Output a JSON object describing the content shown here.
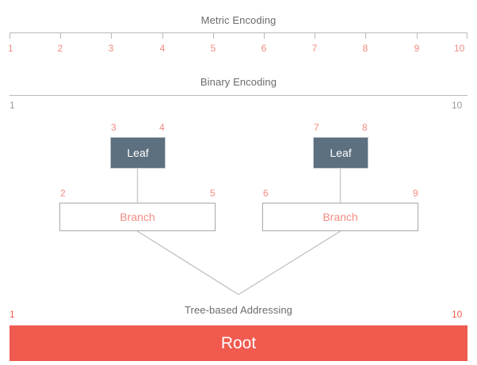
{
  "diagram": {
    "sections": {
      "metric": {
        "title": "Metric Encoding",
        "ticks": [
          {
            "label": "1",
            "pos": 0
          },
          {
            "label": "2",
            "pos": 1
          },
          {
            "label": "3",
            "pos": 2
          },
          {
            "label": "4",
            "pos": 3
          },
          {
            "label": "5",
            "pos": 4
          },
          {
            "label": "6",
            "pos": 5
          },
          {
            "label": "7",
            "pos": 6
          },
          {
            "label": "8",
            "pos": 7
          },
          {
            "label": "9",
            "pos": 8
          },
          {
            "label": "10",
            "pos": 9
          }
        ]
      },
      "binary": {
        "title": "Binary Encoding",
        "start_label": "1",
        "end_label": "10"
      },
      "tree": {
        "title": "Tree-based Addressing",
        "start_label": "1",
        "end_label": "10"
      }
    },
    "nodes": {
      "leaf_left": {
        "label": "Leaf",
        "start": "3",
        "end": "4"
      },
      "leaf_right": {
        "label": "Leaf",
        "start": "7",
        "end": "8"
      },
      "branch_left": {
        "label": "Branch",
        "start": "2",
        "end": "5"
      },
      "branch_right": {
        "label": "Branch",
        "start": "6",
        "end": "9"
      },
      "root": {
        "label": "Root",
        "start": "1",
        "end": "10"
      }
    },
    "colors": {
      "accent_red": "#f05a4f",
      "number_red": "#f28b82",
      "leaf_fill": "#5c7080",
      "line_gray": "#b9b9b9",
      "text_gray": "#6b6b6b"
    }
  }
}
